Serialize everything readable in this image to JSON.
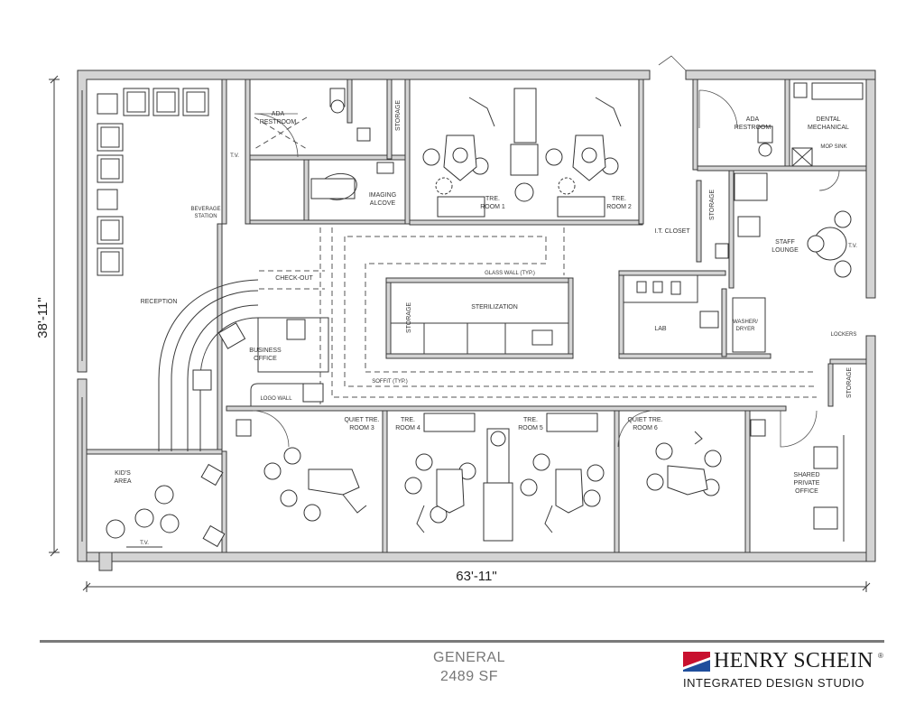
{
  "plan": {
    "dimensions": {
      "width": "63'-11\"",
      "depth": "38'-11\""
    },
    "rooms": {
      "reception": "RECEPTION",
      "ada_restroom_1": [
        "ADA",
        "RESTROOM"
      ],
      "storage_top": "STORAGE",
      "imaging_alcove": [
        "IMAGING",
        "ALCOVE"
      ],
      "tre_room_1": [
        "TRE.",
        "ROOM 1"
      ],
      "tre_room_2": [
        "TRE.",
        "ROOM 2"
      ],
      "ada_restroom_2": [
        "ADA",
        "RESTROOM"
      ],
      "dental_mechanical": [
        "DENTAL",
        "MECHANICAL"
      ],
      "mop_sink": "MOP SINK",
      "storage_right": "STORAGE",
      "it_closet": "I.T. CLOSET",
      "staff_lounge": [
        "STAFF",
        "LOUNGE"
      ],
      "tv_lounge": "T.V.",
      "tv_reception": "T.V.",
      "beverage_station": [
        "BEVERAGE",
        "STATION"
      ],
      "check_out": "CHECK-OUT",
      "glass_wall": "GLASS WALL (TYP.)",
      "storage_sterilization": "STORAGE",
      "sterilization": "STERILIZATION",
      "lab": "LAB",
      "washer_dryer": [
        "WASHER/",
        "DRYER"
      ],
      "lockers": "LOCKERS",
      "business_office": [
        "BUSINESS",
        "OFFICE"
      ],
      "logo_wall": "LOGO WALL",
      "soffit": "SOFFIT (TYP.)",
      "storage_lower": "STORAGE",
      "quiet_tre_room_3": [
        "QUIET TRE.",
        "ROOM 3"
      ],
      "tre_room_4": [
        "TRE.",
        "ROOM 4"
      ],
      "tre_room_5": [
        "TRE.",
        "ROOM 5"
      ],
      "quiet_tre_room_6": [
        "QUIET TRE.",
        "ROOM 6"
      ],
      "kids_area": [
        "KID'S",
        "AREA"
      ],
      "tv_kids": "T.V.",
      "shared_private_office": [
        "SHARED",
        "PRIVATE",
        "OFFICE"
      ]
    }
  },
  "caption": {
    "line1": "GENERAL",
    "line2": "2489 SF"
  },
  "brand": {
    "name": "HENRY SCHEIN",
    "registered": "®",
    "subtitle": "INTEGRATED DESIGN STUDIO",
    "colors": {
      "red": "#c8102e",
      "blue": "#1f4e9c"
    }
  }
}
